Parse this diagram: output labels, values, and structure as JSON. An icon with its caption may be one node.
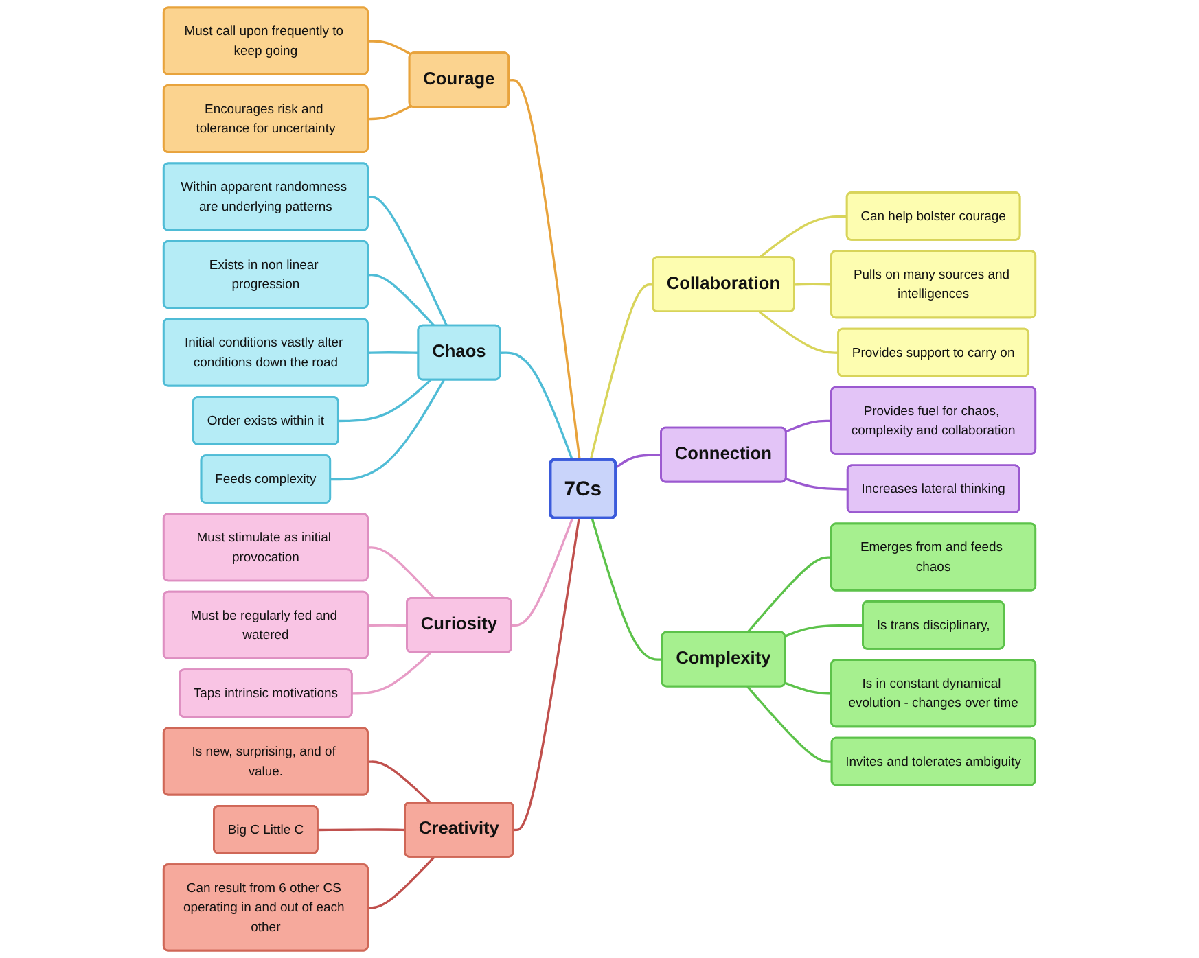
{
  "diagram": {
    "nodes": [
      {
        "text": [
          "7Cs"
        ]
      },
      {
        "text": [
          "Courage"
        ]
      },
      {
        "text": [
          "Must call upon frequently to keep going"
        ]
      },
      {
        "text": [
          "Encourages risk and tolerance for uncertainty"
        ]
      },
      {
        "text": [
          "Collaboration"
        ]
      },
      {
        "text": [
          "Can help bolster courage"
        ]
      },
      {
        "text": [
          "Pulls on many sources and intelligences"
        ]
      },
      {
        "text": [
          "Provides support to carry on"
        ]
      },
      {
        "text": [
          "Connection"
        ]
      },
      {
        "text": [
          "Provides fuel for chaos, complexity and collaboration"
        ]
      },
      {
        "text": [
          "Increases lateral thinking"
        ]
      },
      {
        "text": [
          "Complexity"
        ]
      },
      {
        "text": [
          "Emerges from and feeds chaos"
        ]
      },
      {
        "text": [
          "Is trans disciplinary,"
        ]
      },
      {
        "text": [
          "Is in constant dynamical evolution - changes over time"
        ]
      },
      {
        "text": [
          "Invites and tolerates ambiguity"
        ]
      },
      {
        "text": [
          "Chaos"
        ]
      },
      {
        "text": [
          "Within apparent randomness are underlying patterns"
        ]
      },
      {
        "text": [
          "Exists in non linear progression"
        ]
      },
      {
        "text": [
          "Initial conditions vastly alter conditions down the road"
        ]
      },
      {
        "text": [
          "Order exists within it"
        ]
      },
      {
        "text": [
          "Feeds complexity"
        ]
      },
      {
        "text": [
          "Curiosity"
        ]
      },
      {
        "text": [
          "Must stimulate as initial provocation"
        ]
      },
      {
        "text": [
          "Must be regularly fed and watered"
        ]
      },
      {
        "text": [
          "Taps intrinsic motivations"
        ]
      },
      {
        "text": [
          "Creativity"
        ]
      },
      {
        "text": [
          "Is new, surprising, and of value."
        ]
      },
      {
        "text": [
          "Big C Little C"
        ]
      },
      {
        "text": [
          "Can result from 6 other CS operating in and out of each other"
        ]
      }
    ],
    "edges": [
      {
        "from": 0,
        "to": 1,
        "arrow": "none",
        "color": "#e8a33c"
      },
      {
        "from": 1,
        "to": 2,
        "arrow": "none",
        "color": "#e8a33c"
      },
      {
        "from": 1,
        "to": 3,
        "arrow": "none",
        "color": "#e8a33c"
      },
      {
        "from": 0,
        "to": 4,
        "arrow": "none",
        "color": "#d8d45a"
      },
      {
        "from": 4,
        "to": 5,
        "arrow": "none",
        "color": "#d8d45a"
      },
      {
        "from": 4,
        "to": 6,
        "arrow": "none",
        "color": "#d8d45a"
      },
      {
        "from": 4,
        "to": 7,
        "arrow": "none",
        "color": "#d8d45a"
      },
      {
        "from": 0,
        "to": 8,
        "arrow": "none",
        "color": "#9b59d0"
      },
      {
        "from": 8,
        "to": 9,
        "arrow": "none",
        "color": "#9b59d0"
      },
      {
        "from": 8,
        "to": 10,
        "arrow": "none",
        "color": "#9b59d0"
      },
      {
        "from": 0,
        "to": 11,
        "arrow": "none",
        "color": "#5cc24a"
      },
      {
        "from": 11,
        "to": 12,
        "arrow": "none",
        "color": "#5cc24a"
      },
      {
        "from": 11,
        "to": 13,
        "arrow": "none",
        "color": "#5cc24a"
      },
      {
        "from": 11,
        "to": 14,
        "arrow": "none",
        "color": "#5cc24a"
      },
      {
        "from": 11,
        "to": 15,
        "arrow": "none",
        "color": "#5cc24a"
      },
      {
        "from": 0,
        "to": 16,
        "arrow": "none",
        "color": "#4fbcd6"
      },
      {
        "from": 16,
        "to": 17,
        "arrow": "none",
        "color": "#4fbcd6"
      },
      {
        "from": 16,
        "to": 18,
        "arrow": "none",
        "color": "#4fbcd6"
      },
      {
        "from": 16,
        "to": 19,
        "arrow": "none",
        "color": "#4fbcd6"
      },
      {
        "from": 16,
        "to": 20,
        "arrow": "none",
        "color": "#4fbcd6"
      },
      {
        "from": 16,
        "to": 21,
        "arrow": "none",
        "color": "#4fbcd6"
      },
      {
        "from": 0,
        "to": 22,
        "arrow": "none",
        "color": "#e79cc6"
      },
      {
        "from": 22,
        "to": 23,
        "arrow": "none",
        "color": "#e79cc6"
      },
      {
        "from": 22,
        "to": 24,
        "arrow": "none",
        "color": "#e79cc6"
      },
      {
        "from": 22,
        "to": 25,
        "arrow": "none",
        "color": "#e79cc6"
      },
      {
        "from": 0,
        "to": 26,
        "arrow": "none",
        "color": "#c0504d"
      },
      {
        "from": 26,
        "to": 27,
        "arrow": "none",
        "color": "#c0504d"
      },
      {
        "from": 26,
        "to": 28,
        "arrow": "none",
        "color": "#c0504d"
      },
      {
        "from": 26,
        "to": 29,
        "arrow": "none",
        "color": "#c0504d"
      }
    ]
  }
}
